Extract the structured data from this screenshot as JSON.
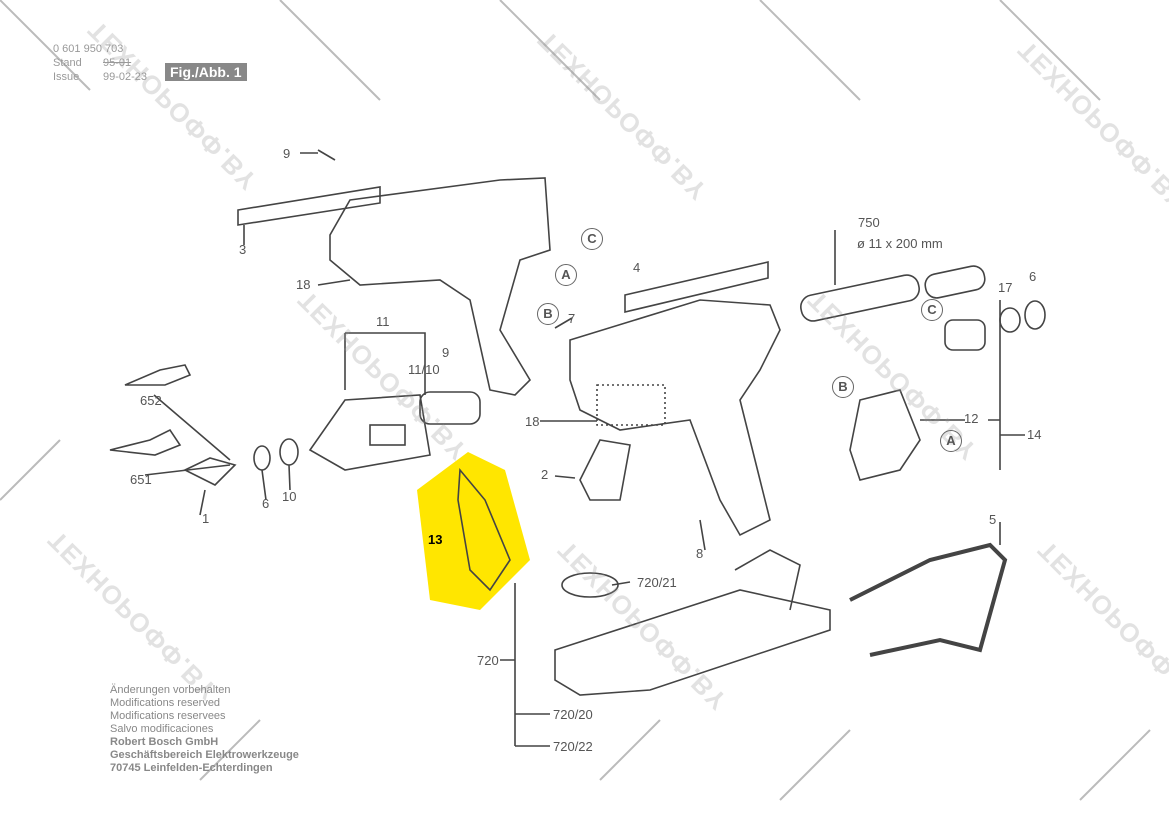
{
  "header": {
    "part_number": "0 601 950 703",
    "stand_label": "Stand",
    "stand_value": "95-01",
    "issue_label": "Issue",
    "issue_value": "99-02-23",
    "figure": "Fig./Abb. 1"
  },
  "notes": {
    "lines": [
      "Änderungen vorbehalten",
      "Modifications reserved",
      "Modifications reservees",
      "Salvo modificaciones"
    ],
    "company": [
      "Robert Bosch GmbH",
      "Geschäftsbereich Elektrowerkzeuge",
      "70745 Leinfelden-Echterdingen"
    ]
  },
  "watermark": "ТЕХНОРОФФ.BY",
  "highlight_color": "#ffe600",
  "parts": {
    "p9a": "9",
    "p3": "3",
    "p18a": "18",
    "cA": "C",
    "aA": "A",
    "bA": "B",
    "p7": "7",
    "p11": "11",
    "p9b": "9",
    "p1110": "11/10",
    "p652": "652",
    "p651": "651",
    "p6a": "6",
    "p10": "10",
    "p1": "1",
    "p13": "13",
    "p4": "4",
    "p750": "750",
    "p750spec": "ø 11 x 200 mm",
    "p17": "17",
    "p6b": "6",
    "cB": "C",
    "bB": "B",
    "p12": "12",
    "aB": "A",
    "p14": "14",
    "p18b": "18",
    "p2": "2",
    "p8": "8",
    "p5": "5",
    "p72021": "720/21",
    "p720": "720",
    "p72020": "720/20",
    "p72022": "720/22"
  }
}
